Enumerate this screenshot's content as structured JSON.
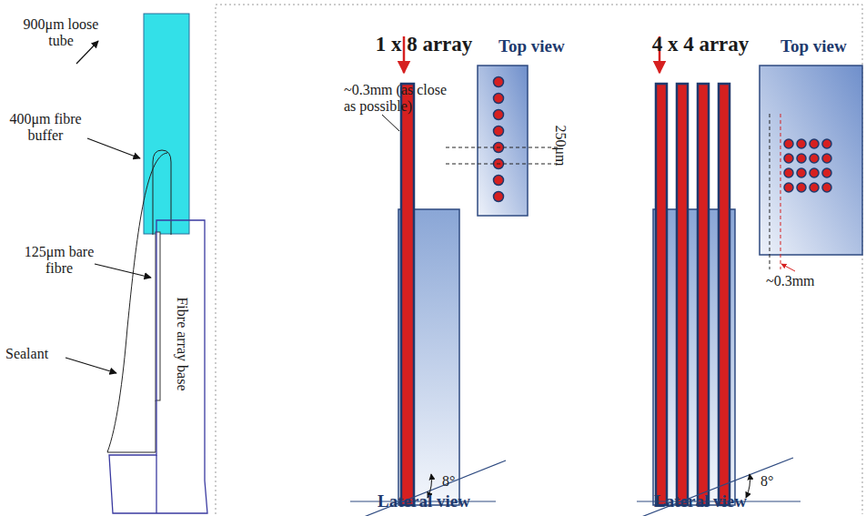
{
  "diagram": {
    "nodes": [
      {
        "text": [
          "Fibre array base"
        ]
      }
    ],
    "labels": [
      "900μm loose tube",
      "400μm fibre buffer",
      "125μm bare fibre",
      "Sealant",
      "1 x 8 array",
      "Top view",
      "~0.3mm (as close as possible)",
      "250μm",
      "8°",
      "Lateral view",
      "4 x 4 array",
      "Top view",
      "~0.3mm",
      "8°",
      "Lateral view"
    ]
  }
}
